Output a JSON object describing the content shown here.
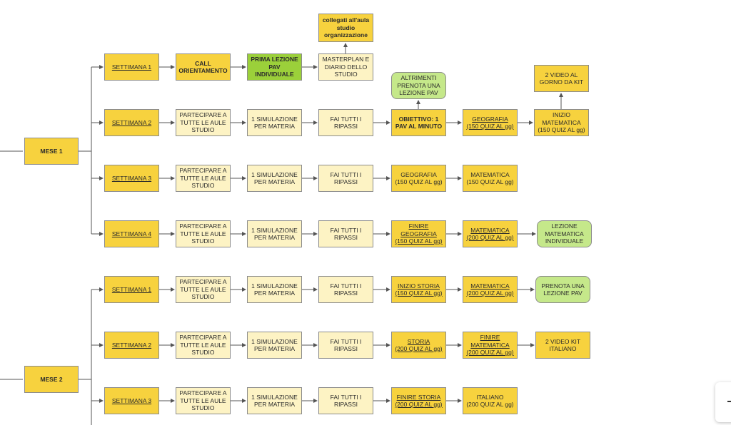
{
  "mese1": "MESE 1",
  "mese2": "MESE 2",
  "m1": {
    "w1": {
      "label": "SETTIMANA 1",
      "call": "CALL\nORIENTAMENTO",
      "prima": "PRIMA LEZIONE\nPAV\nINDIVIDUALE",
      "master": "MASTERPLAN E\nDIARIO DELLO\nSTUDIO",
      "collegati": "collegati all'aula\nstudio\norganizzazione"
    },
    "w2": {
      "label": "SETTIMANA 2",
      "aule": "PARTECIPARE A\nTUTTE LE AULE\nSTUDIO",
      "sim": "1 SIMULAZIONE\nPER MATERIA",
      "ripassi": "FAI TUTTI I\nRIPASSI",
      "obiettivo": "OBIETTIVO: 1\nPAV AL MINUTO",
      "altrimenti": "ALTRIMENTI\nPRENOTA UNA\nLEZIONE PAV",
      "geografia": "GEOGRAFIA\n(150 QUIZ AL gg)",
      "inizio_mat": "INIZIO\nMATEMATICA\n(150 QUIZ AL gg)",
      "video": "2 VIDEO AL\nGORNO DA KIT"
    },
    "w3": {
      "label": "SETTIMANA 3",
      "aule": "PARTECIPARE A\nTUTTE LE AULE\nSTUDIO",
      "sim": "1 SIMULAZIONE\nPER MATERIA",
      "ripassi": "FAI TUTTI I\nRIPASSI",
      "geografia": "GEOGRAFIA\n(150 QUIZ AL gg)",
      "matematica": "MATEMATICA\n(150 QUIZ AL gg)"
    },
    "w4": {
      "label": "SETTIMANA 4",
      "aule": "PARTECIPARE A\nTUTTE LE AULE\nSTUDIO",
      "sim": "1 SIMULAZIONE\nPER MATERIA",
      "ripassi": "FAI TUTTI I\nRIPASSI",
      "finire_geo": "FINIRE\nGEOGRAFIA\n(150 QUIZ AL gg)",
      "matematica": "MATEMATICA\n(200 QUIZ AL gg)",
      "lezione": "LEZIONE\nMATEMATICA\nINDIVIDUALE"
    }
  },
  "m2": {
    "w1": {
      "label": "SETTIMANA 1",
      "aule": "PARTECIPARE A\nTUTTE LE AULE\nSTUDIO",
      "sim": "1 SIMULAZIONE\nPER MATERIA",
      "ripassi": "FAI TUTTI I\nRIPASSI",
      "inizio_storia": "INIZIO STORIA\n(150 QUIZ AL gg)",
      "matematica": "MATEMATICA\n(200 QUIZ AL gg)",
      "prenota": "PRENOTA UNA\nLEZIONE PAV"
    },
    "w2": {
      "label": "SETTIMANA 2",
      "aule": "PARTECIPARE A\nTUTTE LE AULE\nSTUDIO",
      "sim": "1 SIMULAZIONE\nPER MATERIA",
      "ripassi": "FAI TUTTI I\nRIPASSI",
      "storia": "STORIA\n(200 QUIZ AL gg)",
      "finire_mat": "FINIRE\nMATEMATICA\n(200 QUIZ AL gg)",
      "video": "2 VIDEO KIT\nITALIANO"
    },
    "w3": {
      "label": "SETTIMANA 3",
      "aule": "PARTECIPARE A\nTUTTE LE AULE\nSTUDIO",
      "sim": "1 SIMULAZIONE\nPER MATERIA",
      "ripassi": "FAI TUTTI I\nRIPASSI",
      "finire_storia": "FINIRE STORIA\n(200 QUIZ AL gg)",
      "italiano": "ITALIANO\n(200 QUIZ AL gg)"
    }
  }
}
